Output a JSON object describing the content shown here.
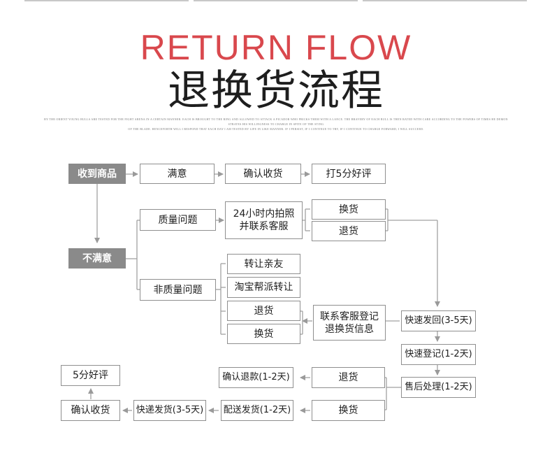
{
  "header": {
    "title_en": "RETURN FLOW",
    "title_zh": "退换货流程",
    "fine_lines": [
      "BY THE ORIENT YOUNG BULLS ARE TESTED FOR THE FIGHT ARENA IN A CERTAIN MANNER. EACH IS BROUGHT TO THE RING AND ALLOWED TO ATTACK A PICADOR WHO PRICKS THEM WITH A LANCE. THE BRAVERY OF EACH BULL IS THEN RATED WITH CARE ACCORDING TO THE POWERS OF TIMES HE DEMON",
      "STRATES HIS WILLINGNESS TO CHARGE IN SPITE OF THE STING",
      "OF THE BLADE. HENCEFORTH WILL I RESPOND THAT EACH DAY I AM TESTED BY LIFE IN LIKE MANNER. IF I PERSIST, IF I CONTINUE TO TRY, IF I CONTINUE TO CHARGE FORWARD, I WILL SUCCEED."
    ]
  },
  "nodes": {
    "received": "收到商品",
    "satisfied": "满意",
    "confirm_receipt_top": "确认收货",
    "rate_5": "打5分好评",
    "unsatisfied": "不满意",
    "quality_issue": "质量问题",
    "contact_24h": "24小时内拍照\n并联系客服",
    "exchange_q": "换货",
    "return_q": "退货",
    "non_quality_issue": "非质量问题",
    "transfer_friends": "转让亲友",
    "taobao_transfer": "淘宝帮派转让",
    "return_nq": "退货",
    "exchange_nq": "换货",
    "contact_register": "联系客服登记\n退换货信息",
    "express_return": "快速发回(3-5天)",
    "fast_register": "快速登记(1-2天)",
    "after_sales": "售后处理(1-2天)",
    "refund_return": "退货",
    "exchange_return": "换货",
    "confirm_refund": "确认退款(1-2天)",
    "delivery_ship": "配送发货(1-2天)",
    "express_ship": "快递发货(3-5天)",
    "confirm_receipt_bottom": "确认收货",
    "rate_5_bottom": "5分好评"
  },
  "colors": {
    "title_red": "#d9484d",
    "gray_box": "#8a8a8a",
    "border": "#8f8f8f",
    "arrow": "#9a9a9a"
  }
}
